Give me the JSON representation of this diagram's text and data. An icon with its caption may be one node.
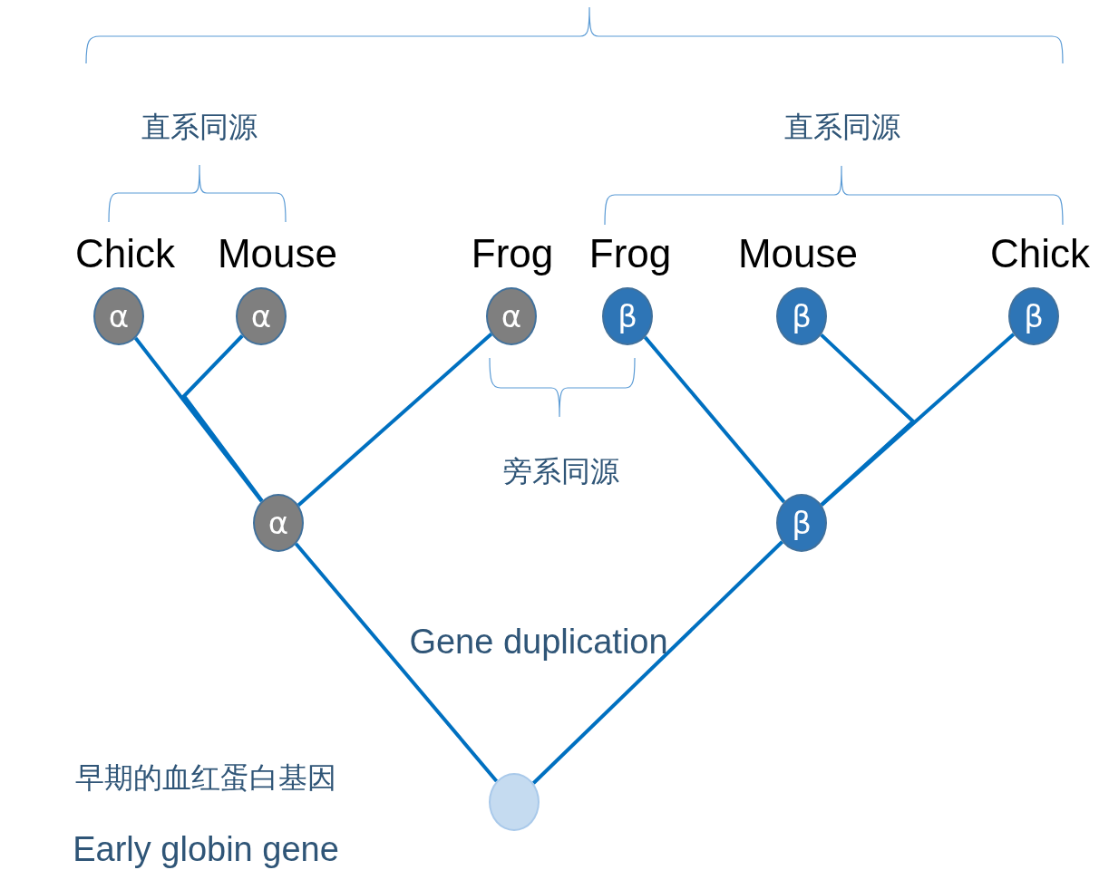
{
  "diagram": {
    "nodes": [
      {
        "text": [
          "α"
        ],
        "beside": [
          "Chick"
        ]
      },
      {
        "text": [
          "α"
        ],
        "beside": [
          "Mouse"
        ]
      },
      {
        "text": [
          "α"
        ],
        "beside": [
          "Frog"
        ]
      },
      {
        "text": [
          "β"
        ],
        "beside": [
          "Frog"
        ]
      },
      {
        "text": [
          "β"
        ],
        "beside": [
          "Mouse"
        ]
      },
      {
        "text": [
          "β"
        ],
        "beside": [
          "Chick"
        ]
      },
      {
        "text": [
          "α"
        ]
      },
      {
        "text": [
          "β"
        ]
      },
      {
        "text": [],
        "shape": "circle",
        "beside": [
          "早期的血红蛋白基因",
          "Early globin gene"
        ]
      }
    ],
    "edges": [
      {
        "from": 0,
        "to": 6,
        "arrow": "none"
      },
      {
        "from": 1,
        "to": 6,
        "arrow": "none"
      },
      {
        "from": 2,
        "to": 6,
        "arrow": "none"
      },
      {
        "from": 3,
        "to": 7,
        "arrow": "none"
      },
      {
        "from": 4,
        "to": 7,
        "arrow": "none"
      },
      {
        "from": 5,
        "to": 7,
        "arrow": "none"
      },
      {
        "from": 6,
        "to": 8,
        "arrow": "none"
      },
      {
        "from": 7,
        "to": 8,
        "arrow": "none"
      }
    ],
    "labels": [
      "直系同源",
      "直系同源",
      "旁系同源",
      "Gene duplication"
    ]
  }
}
